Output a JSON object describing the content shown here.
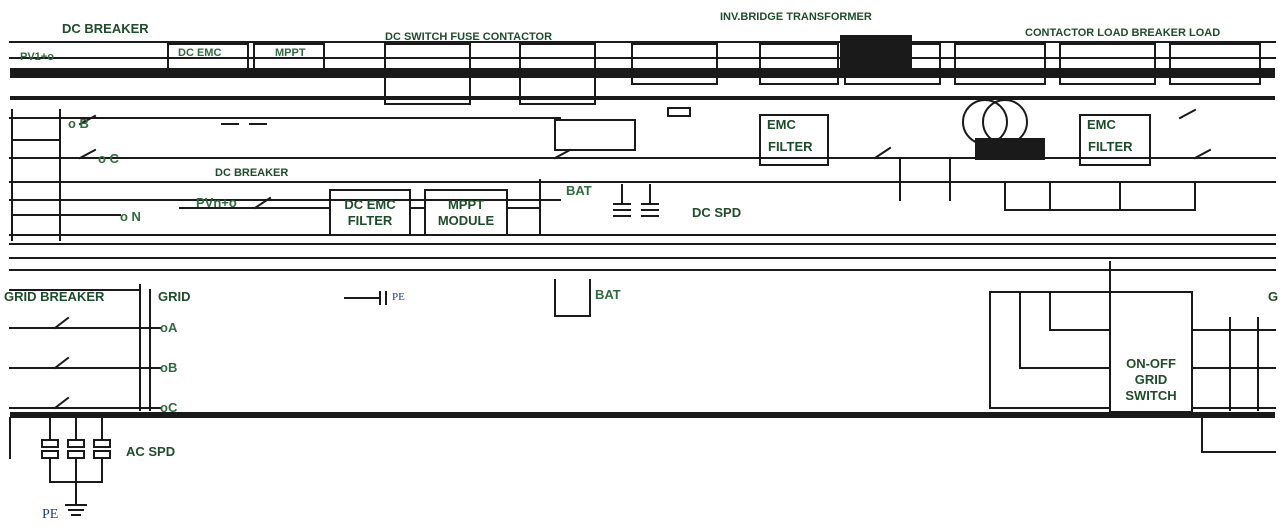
{
  "labels": {
    "dc_breaker_top": "DC BREAKER",
    "inv_bridge_transformer": "INV.BRIDGE TRANSFORMER",
    "contactor_load_breaker_load": "CONTACTOR LOAD BREAKER LOAD",
    "dc_switch_fuse_contactor": "DC SWITCH FUSE CONTACTOR",
    "pv1": "PV1+o",
    "dc_emc_top": "DC EMC",
    "mppt_top": "MPPT",
    "phase_b_top": "o B",
    "phase_c_top": "o C",
    "neutral": "o N",
    "emc_left_1": "EMC",
    "emc_left_2": "FILTER",
    "emc_right_1": "EMC",
    "emc_right_2": "FILTER",
    "dc_breaker_mid": "DC BREAKER",
    "pvn": "PVn+o",
    "dc_emc_1": "DC EMC",
    "dc_emc_2": "FILTER",
    "mppt_1": "MPPT",
    "mppt_2": "MODULE",
    "bat_top": "BAT",
    "dc_spd": "DC SPD",
    "grid_breaker": "GRID BREAKER",
    "grid": "GRID",
    "pe_mid": "PE",
    "bat_bottom": "BAT",
    "phase_a": "oA",
    "phase_b": "oB",
    "phase_c": "oC",
    "switch_1": "ON-OFF",
    "switch_2": "GRID",
    "switch_3": "SWITCH",
    "ac_spd": "AC SPD",
    "pe_bottom": "PE",
    "grid_right": "G"
  },
  "colors": {
    "line": "#1a1a1a",
    "label_green": "#2f6b3f",
    "label_dark": "#1e4d2b",
    "pe_blue": "#1f3f8f"
  }
}
